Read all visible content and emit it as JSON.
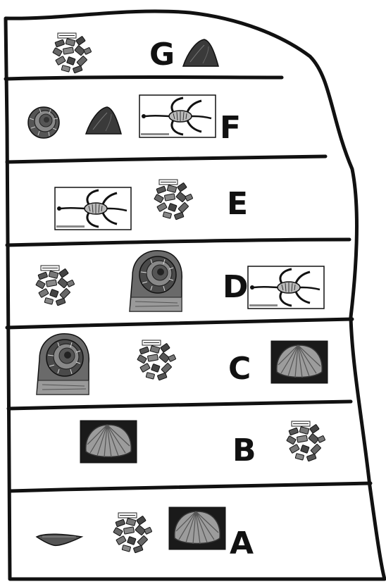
{
  "diagram": {
    "type": "rock-layer-fossil-correlation",
    "ink_color": "#111111",
    "paper_color": "#ffffff",
    "layers": [
      {
        "label": "G",
        "fossils": [
          "trilobite-cluster",
          "shark-tooth"
        ]
      },
      {
        "label": "F",
        "fossils": [
          "ammonite",
          "shark-tooth",
          "plesiosaur"
        ]
      },
      {
        "label": "E",
        "fossils": [
          "plesiosaur",
          "trilobite-cluster"
        ]
      },
      {
        "label": "D",
        "fossils": [
          "trilobite-cluster",
          "ammonite",
          "plesiosaur"
        ]
      },
      {
        "label": "C",
        "fossils": [
          "ammonite",
          "trilobite-cluster",
          "brachiopod"
        ]
      },
      {
        "label": "B",
        "fossils": [
          "brachiopod",
          "trilobite-cluster"
        ]
      },
      {
        "label": "A",
        "fossils": [
          "shark-tooth",
          "trilobite-cluster",
          "brachiopod"
        ]
      }
    ]
  }
}
